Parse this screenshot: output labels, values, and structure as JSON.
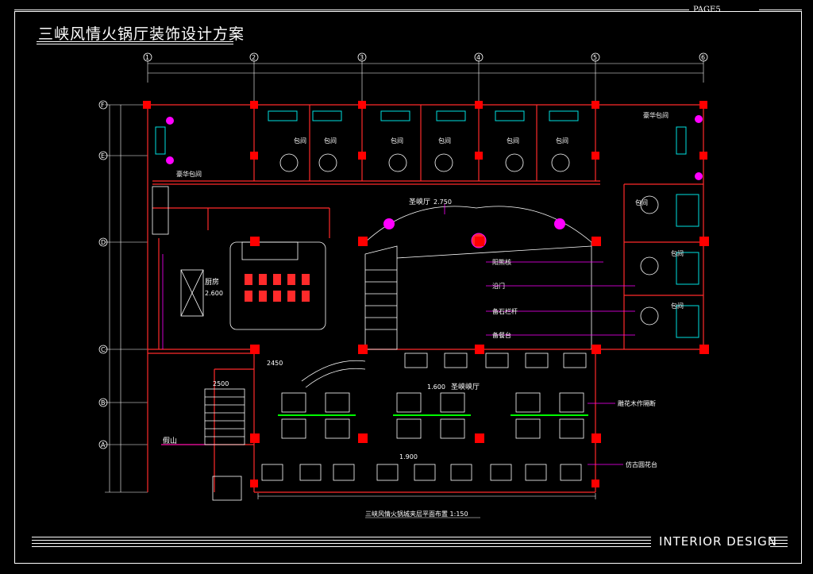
{
  "header": {
    "title": "三峡风情火锅厅装饰设计方案",
    "page": "PAGE5"
  },
  "footer": {
    "brand": "INTERIOR DESIGN"
  },
  "plan": {
    "caption": "三峡风情火锅城夹层平面布置 1:150",
    "grid_columns": [
      "1",
      "2",
      "3",
      "4",
      "5",
      "6"
    ],
    "grid_rows": [
      "F",
      "E",
      "D",
      "C",
      "B",
      "A"
    ],
    "rooms": {
      "vip_top_left": "豪华包间",
      "vip_top_right": "豪华包间",
      "private_room": "包间",
      "kitchen": "厨房",
      "kitchen_elev": "2.600",
      "entrance_hall": "圣峡厅",
      "entrance_elev": "2.750",
      "main_hall": "圣峡峡厅",
      "main_hall_elev": "1.600",
      "lower_elev": "1.900",
      "stair_elev_1": "2450",
      "stair_elev_2": "2500",
      "rockery": "假山"
    },
    "annotations": {
      "a1": "阳熊核",
      "a2": "沿门",
      "a3": "备石栏杆",
      "a4": "备餐台",
      "a5": "雕花木作隔断",
      "a6": "仿古圆花台"
    }
  },
  "colors": {
    "wall": "#ff2a2a",
    "column": "#ff0000",
    "furniture": "#ffffff",
    "sofa": "#00e0e0",
    "accent": "#ff00ff",
    "partition": "#00ff00"
  }
}
